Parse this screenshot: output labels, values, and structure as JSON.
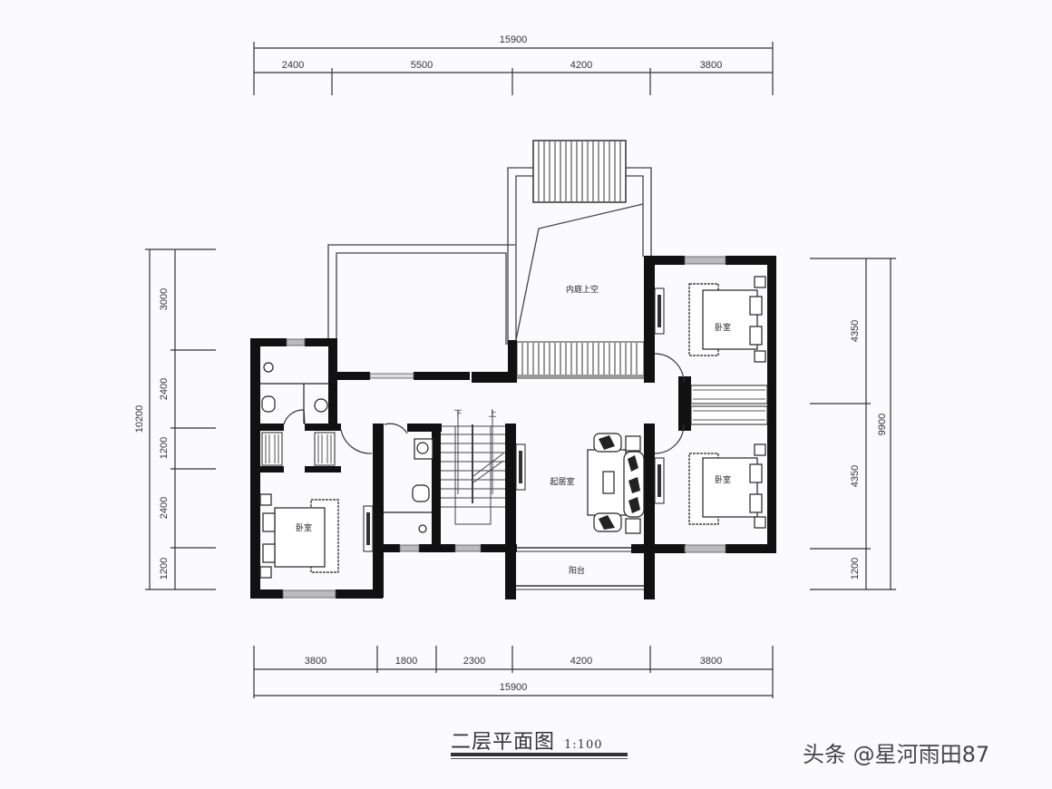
{
  "drawing": {
    "title": "二层平面图",
    "scale": "1:100",
    "watermark": "头条 @星河雨田87"
  },
  "dimensions": {
    "top": {
      "total": "15900",
      "segments": [
        "2400",
        "5500",
        "4200",
        "3800"
      ]
    },
    "bottom": {
      "total": "15900",
      "segments": [
        "3800",
        "1800",
        "2300",
        "4200",
        "3800"
      ]
    },
    "left": {
      "total": "10200",
      "segments": [
        "3000",
        "2400",
        "1200",
        "2400",
        "1200"
      ]
    },
    "right": {
      "total": "9900",
      "segments": [
        "4350",
        "4350",
        "1200"
      ]
    }
  },
  "rooms": {
    "courtyard_void": "内庭上空",
    "bedroom_ne": "卧室",
    "bedroom_se": "卧室",
    "bedroom_sw": "卧室",
    "living_room": "起居室",
    "balcony": "阳台",
    "stair_down": "下",
    "stair_up": "上"
  },
  "colors": {
    "wall": "#111111",
    "line": "#333333",
    "background": "#fbfbfd"
  }
}
